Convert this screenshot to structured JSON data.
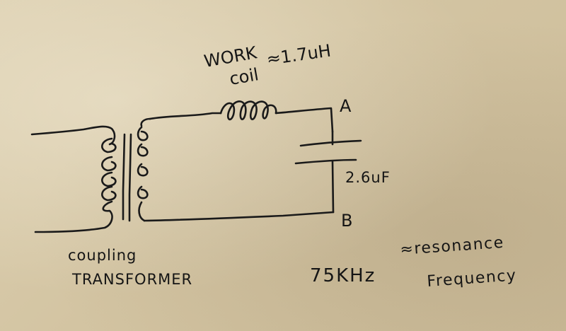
{
  "diagram": {
    "work_coil_label_line1": "WORK",
    "work_coil_label_line2": "coil",
    "work_coil_value": "≈1.7uH",
    "node_a": "A",
    "node_b": "B",
    "capacitor_value": "2.6uF",
    "transformer_label_line1": "coupling",
    "transformer_label_line2": "TRANSFORMER",
    "frequency_value": "75KHz",
    "frequency_note_line1": "≈resonance",
    "frequency_note_line2": "Frequency"
  },
  "colors": {
    "paper": "#d6c8a8",
    "ink": "#1a1a1a"
  }
}
